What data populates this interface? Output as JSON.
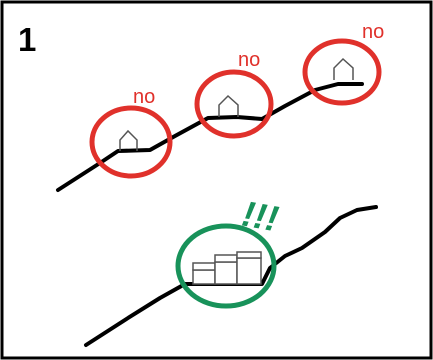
{
  "panel": {
    "number": "1"
  },
  "labels": {
    "no_1": "no",
    "no_2": "no",
    "no_3": "no",
    "exclaim": "!!!"
  },
  "colors": {
    "frame": "#000000",
    "terrain": "#000000",
    "reject": "#e0312b",
    "approve": "#18925a",
    "house": "#555555"
  }
}
